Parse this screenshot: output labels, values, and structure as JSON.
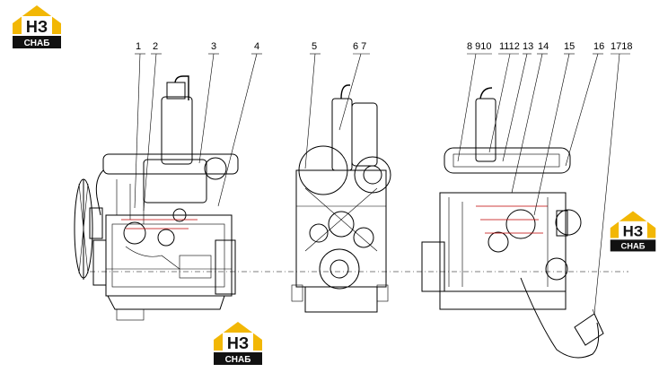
{
  "logos": [
    {
      "id": "logo-top-left",
      "title_text": "НЗ",
      "sub_text": "СНАБ"
    },
    {
      "id": "logo-right",
      "title_text": "НЗ",
      "sub_text": "СНАБ"
    },
    {
      "id": "logo-bottom",
      "title_text": "НЗ",
      "sub_text": "СНАБ"
    }
  ],
  "callouts": [
    "1",
    "2",
    "3",
    "4",
    "5",
    "6 7",
    "8 910",
    "1112",
    "13",
    "14",
    "15",
    "16",
    "1718"
  ],
  "colors": {
    "logo_yellow": "#f2b705",
    "logo_black": "#111111",
    "line": "#000000",
    "accent_red": "#c00000"
  }
}
